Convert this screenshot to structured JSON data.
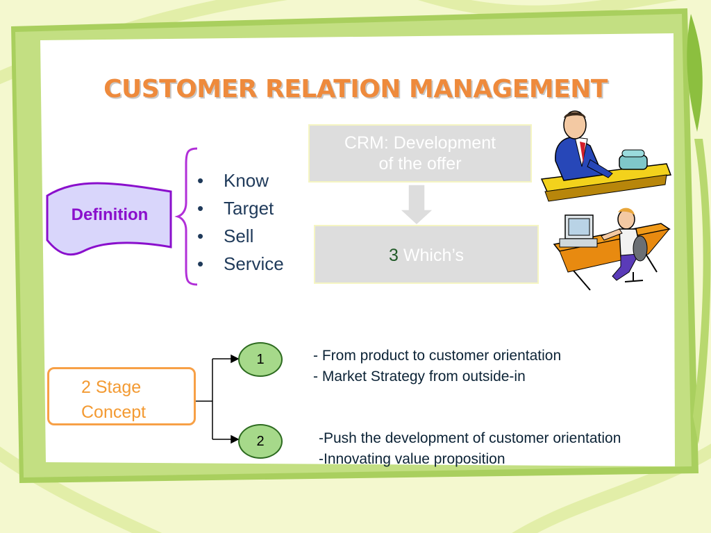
{
  "title": "CUSTOMER RELATION MANAGEMENT",
  "definition": {
    "label": "Definition",
    "items": [
      "Know",
      "Target",
      "Sell",
      "Service"
    ],
    "bullet": "•"
  },
  "crm_box": {
    "line1": "CRM: Development",
    "line2": "of the offer"
  },
  "which_box": {
    "number": "3",
    "word": "Which’s"
  },
  "stage": {
    "line1": "2 Stage",
    "line2": "Concept",
    "step1": {
      "number": "1",
      "lines": [
        "- From product to customer orientation",
        "- Market Strategy from outside-in"
      ]
    },
    "step2": {
      "number": "2",
      "lines": [
        "-Push the development of customer orientation",
        "-Innovating value proposition"
      ]
    }
  },
  "icons": [
    "businessman-phone-icon",
    "computer-worker-icon"
  ],
  "colors": {
    "title": "#ee8a3c",
    "definition_text": "#8a0fcc",
    "stage_border": "#f7a046",
    "circle_fill": "#a6d98a",
    "frame_green": "#a9cf5e"
  }
}
